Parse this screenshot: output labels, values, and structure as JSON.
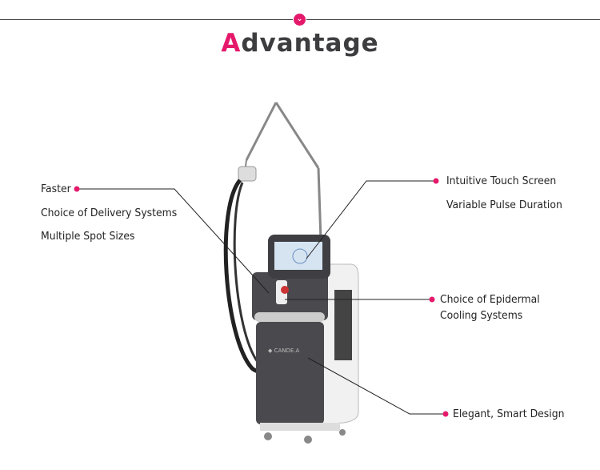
{
  "header": {
    "title_first": "A",
    "title_rest": "dvantage",
    "badge_icon": "chevron-down-icon"
  },
  "features_left": [
    "Faster",
    "Choice of Delivery Systems",
    "Multiple Spot Sizes"
  ],
  "features_right_top": [
    "Intuitive Touch Screen",
    "Variable Pulse Duration"
  ],
  "features_right_mid": [
    "Choice of Epidermal",
    "Cooling Systems"
  ],
  "features_right_bottom": [
    "Elegant, Smart Design"
  ],
  "device": {
    "brand_logo": "CANDELA"
  },
  "colors": {
    "accent": "#e5196b",
    "text": "#3d3d40",
    "device": "#4a4a4e"
  }
}
